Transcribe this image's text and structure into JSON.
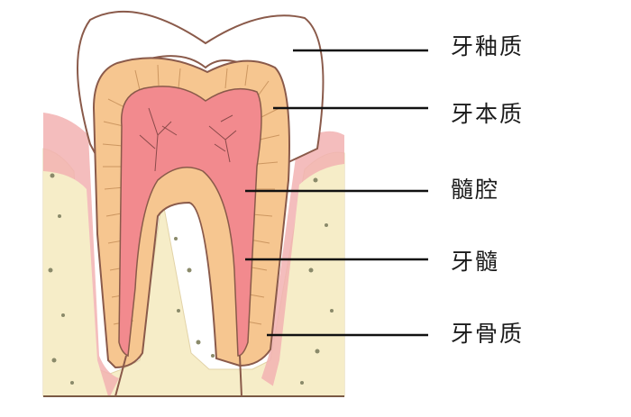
{
  "labels": {
    "enamel": "牙釉质",
    "dentin": "牙本质",
    "pulp_cavity": "髓腔",
    "pulp": "牙髓",
    "cementum": "牙骨质"
  },
  "colors": {
    "bone": "#f6edc8",
    "gum": "#f2b2b2",
    "enamel": "#ffffff",
    "dentin": "#f6c690",
    "pulp": "#f28a8e",
    "outline": "#8a5a4a",
    "leader_line": "#111111"
  }
}
